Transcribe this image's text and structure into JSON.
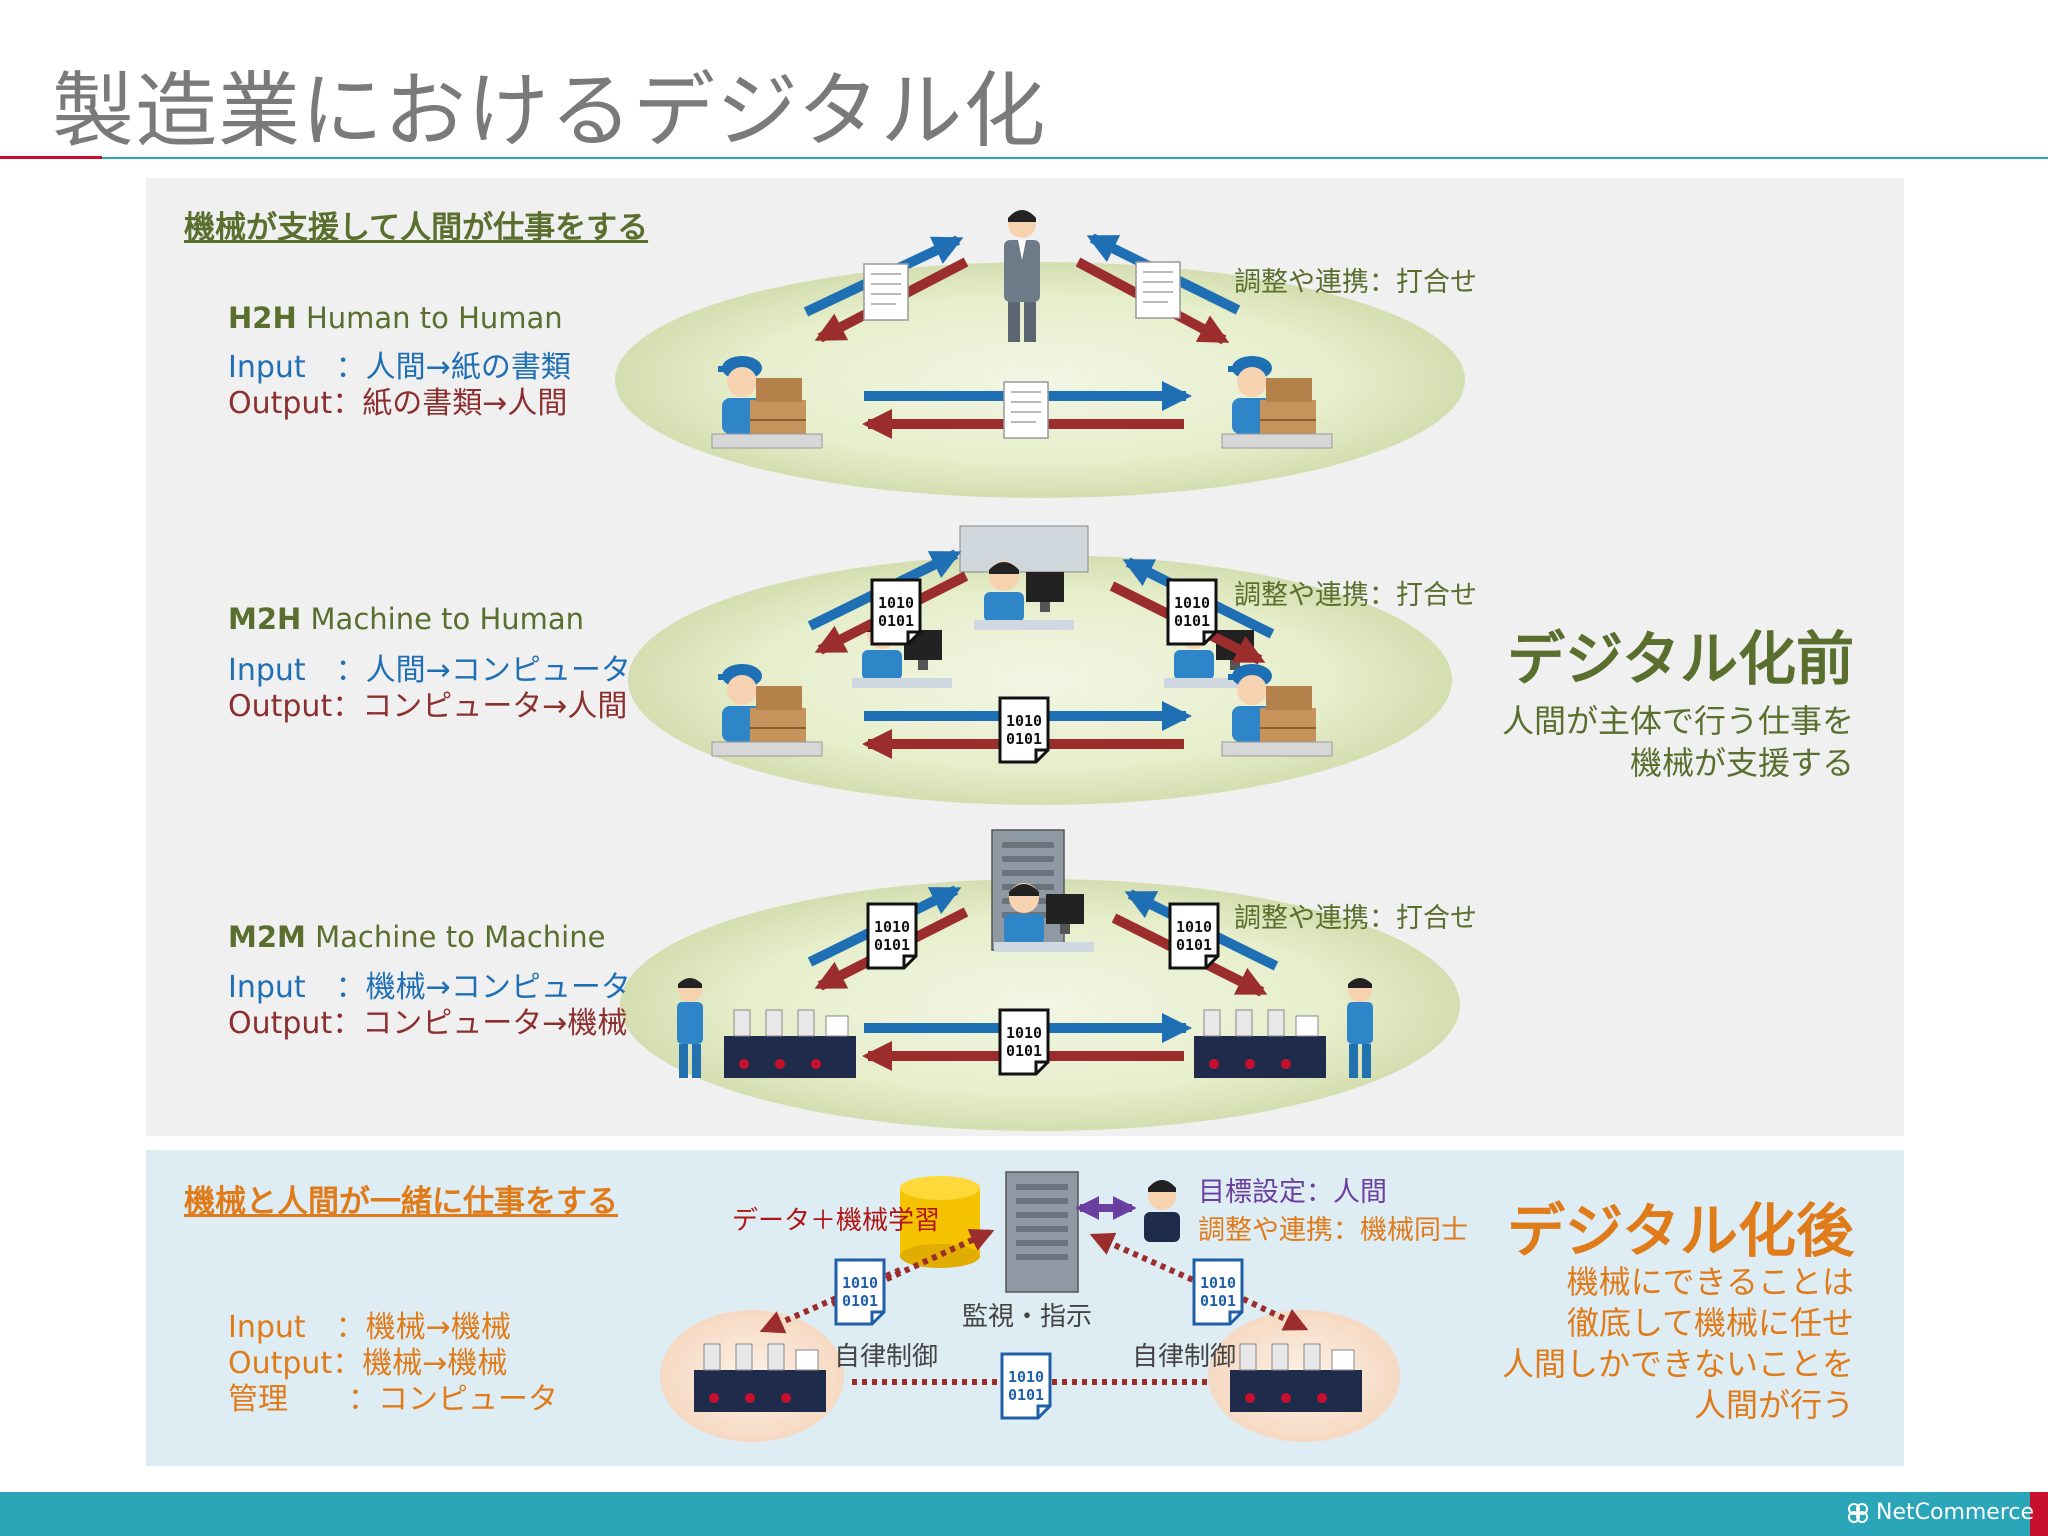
{
  "title": "製造業におけるデジタル化",
  "footer": {
    "brand": "NetCommerce"
  },
  "before": {
    "section_title": "機械が支援して人間が仕事をする",
    "heading": "デジタル化前",
    "description_lines": [
      "人間が主体で行う仕事を",
      "機械が支援する"
    ],
    "rows": [
      {
        "abbr": "H2H",
        "name": "Human to Human",
        "input": "Input　：人間→紙の書類",
        "output": "Output：紙の書類→人間",
        "coordination": "調整や連携：打合せ"
      },
      {
        "abbr": "M2H",
        "name": "Machine to Human",
        "input": "Input　：人間→コンピュータ",
        "output": "Output：コンピュータ→人間",
        "coordination": "調整や連携：打合せ"
      },
      {
        "abbr": "M2M",
        "name": "Machine to Machine",
        "input": "Input　：機械→コンピュータ",
        "output": "Output：コンピュータ→機械",
        "coordination": "調整や連携：打合せ"
      }
    ]
  },
  "after": {
    "section_title": "機械と人間が一緒に仕事をする",
    "heading": "デジタル化後",
    "description_lines": [
      "機械にできることは",
      "徹底して機械に任せ",
      "人間しかできないことを",
      "人間が行う"
    ],
    "input": "Input　：機械→機械",
    "output": "Output：機械→機械",
    "management": "管理　　：コンピュータ",
    "goal_setting": "目標設定：人間",
    "coordination": "調整や連携：機械同士",
    "data_label": "データ＋機械学習",
    "monitor_label": "監視・指示",
    "auto_left": "自律制御",
    "auto_right": "自律制御"
  },
  "binary_text": [
    "1010",
    "0101"
  ],
  "colors": {
    "green": "#5a6e2d",
    "orange": "#e07b1a",
    "blue_arrow": "#1f6fb5",
    "red_arrow": "#9b2d2d",
    "teal": "#2aa6b8",
    "purple": "#6b3fa0"
  }
}
